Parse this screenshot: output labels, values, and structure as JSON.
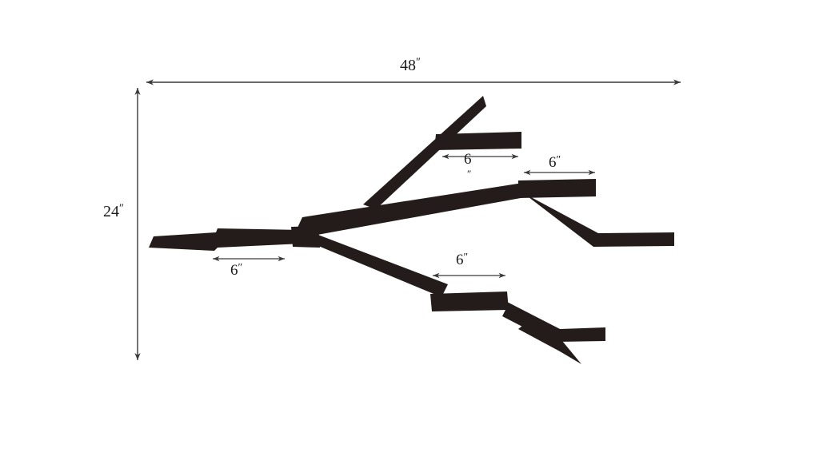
{
  "drawing": {
    "title": "Branch dimension diagram",
    "background_color": "#ffffff",
    "branch_color": "#241c1a",
    "dimension_line_color": "#3a3a3a"
  },
  "dimensions": {
    "overall_width": {
      "value": "48",
      "unit": "″",
      "label": "48″",
      "orientation": "horizontal",
      "position": "top"
    },
    "overall_height": {
      "value": "24",
      "unit": "″",
      "label": "24″",
      "orientation": "vertical",
      "position": "left"
    },
    "segments": [
      {
        "id": "lower-left-trunk",
        "value": "6",
        "unit": "″",
        "label": "6″",
        "text_position": "below-arrow"
      },
      {
        "id": "upper-branch-stub",
        "value": "6",
        "unit": "″",
        "label": "6″",
        "text_position": "below-arrow-split"
      },
      {
        "id": "middle-right-stub",
        "value": "6",
        "unit": "″",
        "label": "6″",
        "text_position": "above-arrow"
      },
      {
        "id": "lower-branch-stub",
        "value": "6",
        "unit": "″",
        "label": "6″",
        "text_position": "above-arrow"
      }
    ]
  },
  "labels": {
    "width_number": "48",
    "width_prime": "″",
    "height_number": "24",
    "height_prime": "″",
    "seg1_number": "6",
    "seg1_prime": "″",
    "seg2_number": "6",
    "seg2_prime": "″",
    "seg3_number": "6",
    "seg3_prime": "″",
    "seg4_number": "6",
    "seg4_prime": "″"
  }
}
